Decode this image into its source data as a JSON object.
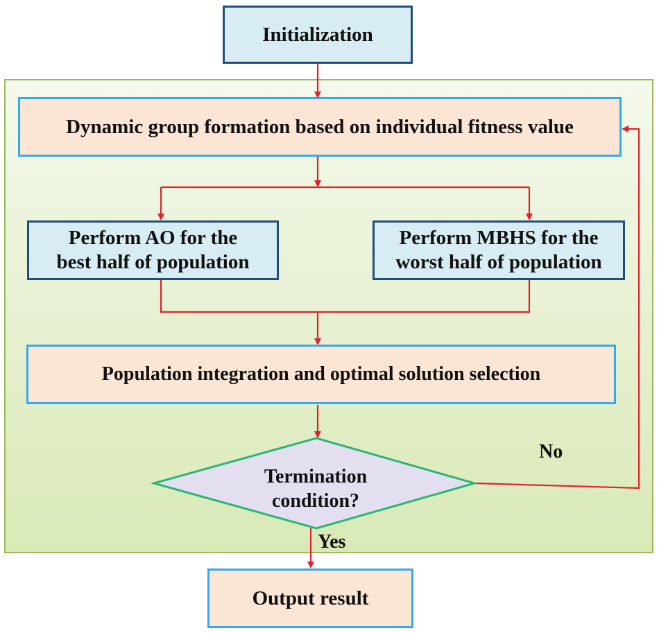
{
  "nodes": {
    "init": "Initialization",
    "grouping": "Dynamic group formation based on individual fitness value",
    "ao_line1": "Perform AO for the",
    "ao_line2": "best half of population",
    "mbhs_line1": "Perform MBHS for the",
    "mbhs_line2": "worst half of population",
    "integration": "Population integration and optimal solution selection",
    "termination_line1": "Termination",
    "termination_line2": "condition?",
    "output": "Output result"
  },
  "edge_labels": {
    "no": "No",
    "yes": "Yes"
  },
  "colors": {
    "arrow": "#e0202a",
    "panel_border": "#9bbb59",
    "navy_border": "#1f4e79",
    "sky_border": "#33aaf0",
    "diamond_fill": "#e4dff0",
    "diamond_border": "#2bb673"
  }
}
